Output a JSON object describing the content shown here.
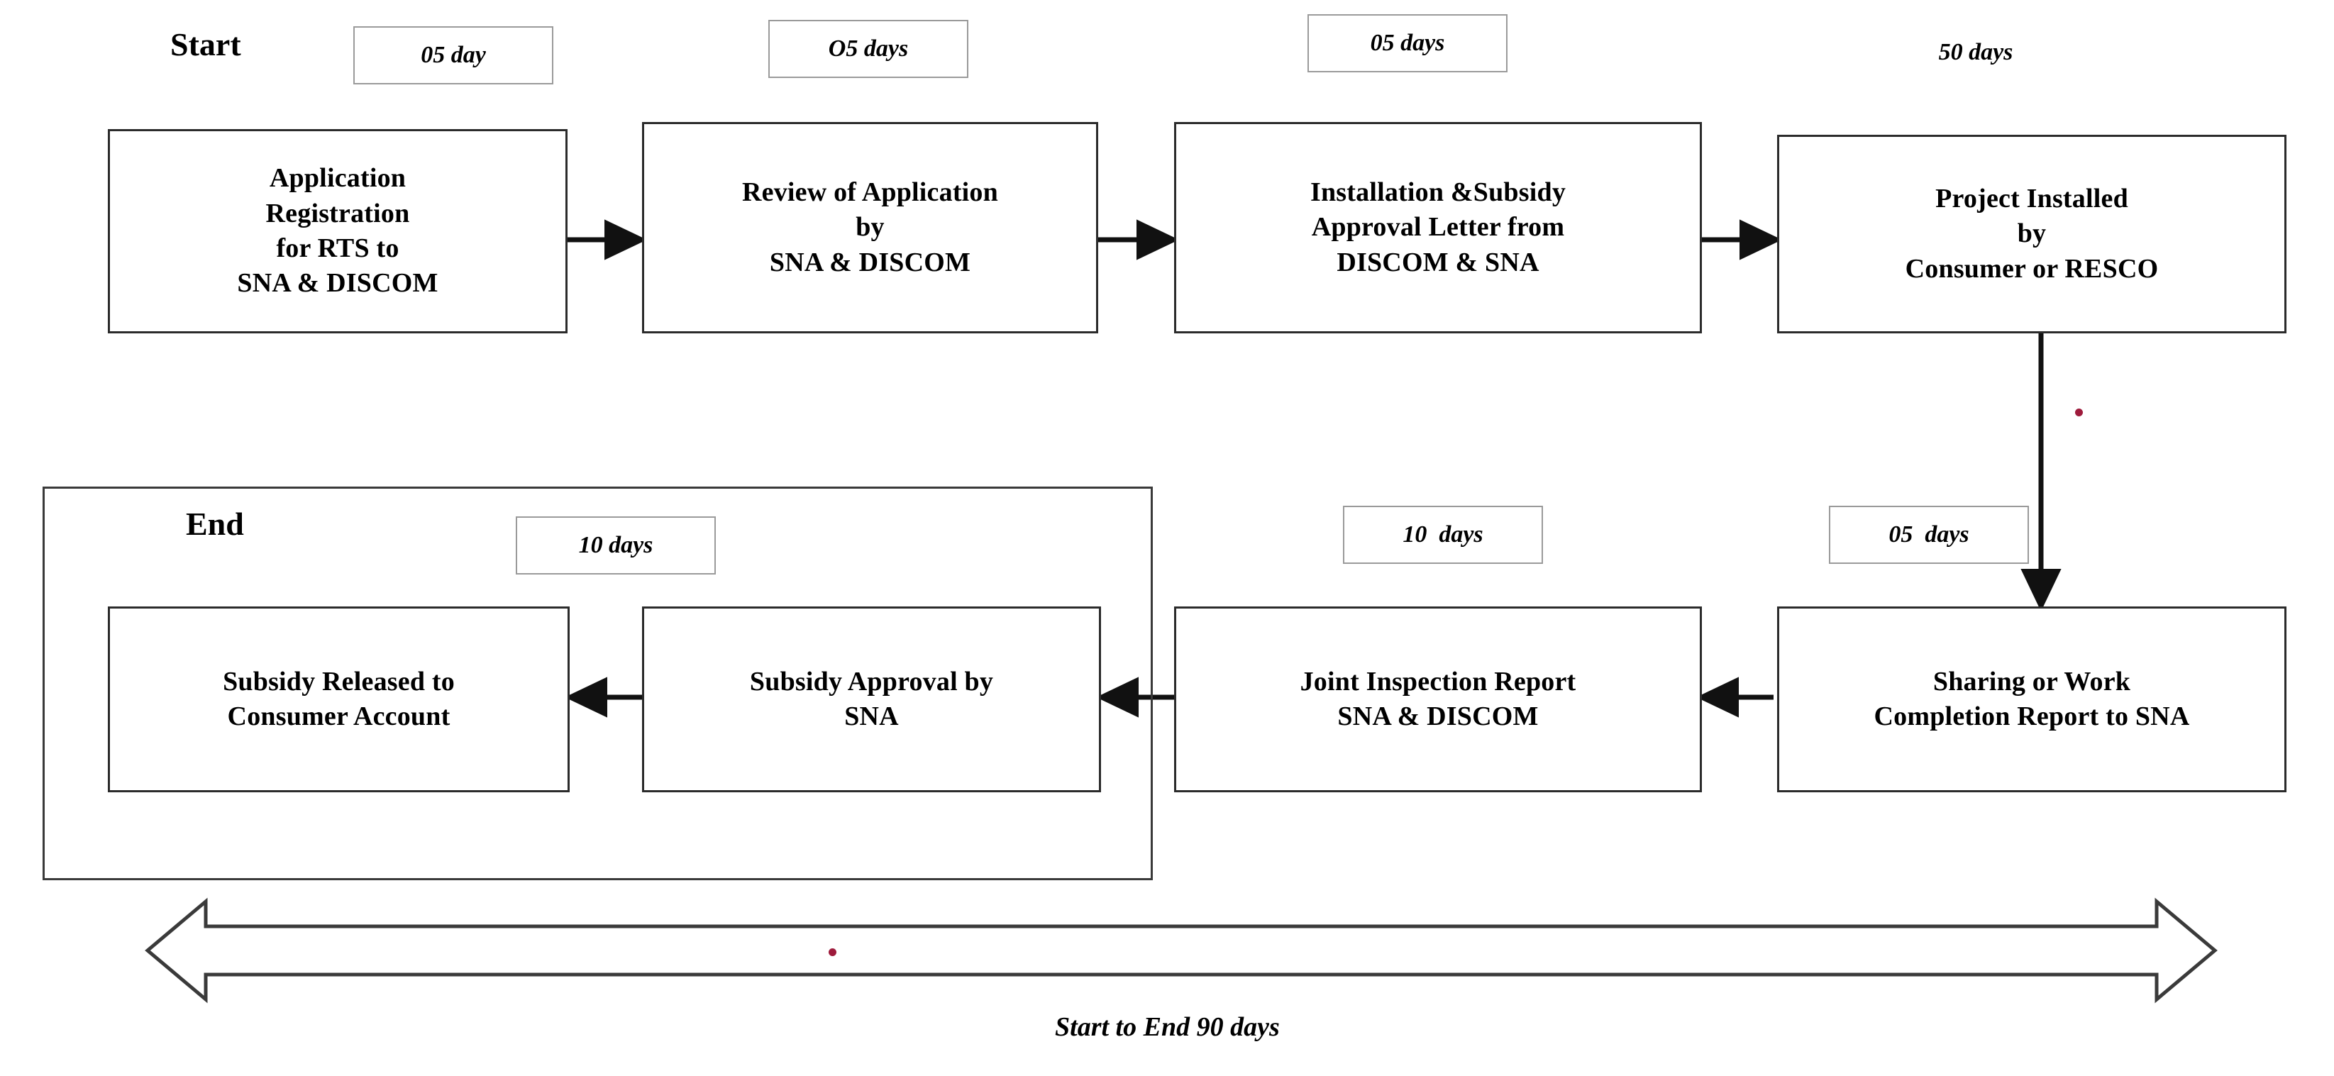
{
  "diagram": {
    "title_labels": {
      "start": "Start",
      "end": "End"
    },
    "caption": "Start to End 90 days",
    "total_days": "90 days",
    "colors": {
      "box_border": "#2b2b2b",
      "chip_border": "#9a9a9a",
      "connector": "#111111",
      "group_border": "#3a3a3a",
      "dot": "#9e1b3c",
      "background": "#ffffff"
    }
  },
  "top_row": {
    "durations": [
      {
        "id": "d1",
        "text": "05 day",
        "boxed": true
      },
      {
        "id": "d2",
        "text": "O5 days",
        "boxed": true
      },
      {
        "id": "d3",
        "text": "05 days",
        "boxed": true
      },
      {
        "id": "d4",
        "text": "50 days",
        "boxed": false
      }
    ],
    "steps": [
      {
        "id": "s1",
        "lines": [
          "Application",
          "Registration",
          "for RTS  to",
          "SNA & DISCOM"
        ]
      },
      {
        "id": "s2",
        "lines": [
          "Review of  Application",
          "by",
          "SNA & DISCOM"
        ]
      },
      {
        "id": "s3",
        "lines": [
          "Installation &Subsidy",
          "Approval Letter  from",
          "DISCOM & SNA"
        ]
      },
      {
        "id": "s4",
        "lines": [
          "Project Installed",
          "by",
          "Consumer or RESCO"
        ]
      }
    ]
  },
  "bottom_row": {
    "durations": [
      {
        "id": "d5",
        "text": "10 days",
        "boxed": true
      },
      {
        "id": "d6",
        "text": "10  days",
        "boxed": true
      },
      {
        "id": "d7",
        "text": "05  days",
        "boxed": true
      }
    ],
    "steps": [
      {
        "id": "s8",
        "lines": [
          "Subsidy Released to",
          "Consumer Account"
        ]
      },
      {
        "id": "s7",
        "lines": [
          "Subsidy Approval by",
          "SNA"
        ]
      },
      {
        "id": "s6",
        "lines": [
          "Joint Inspection Report",
          "SNA & DISCOM"
        ]
      },
      {
        "id": "s5",
        "lines": [
          "Sharing or Work",
          "Completion Report to SNA"
        ]
      }
    ]
  }
}
